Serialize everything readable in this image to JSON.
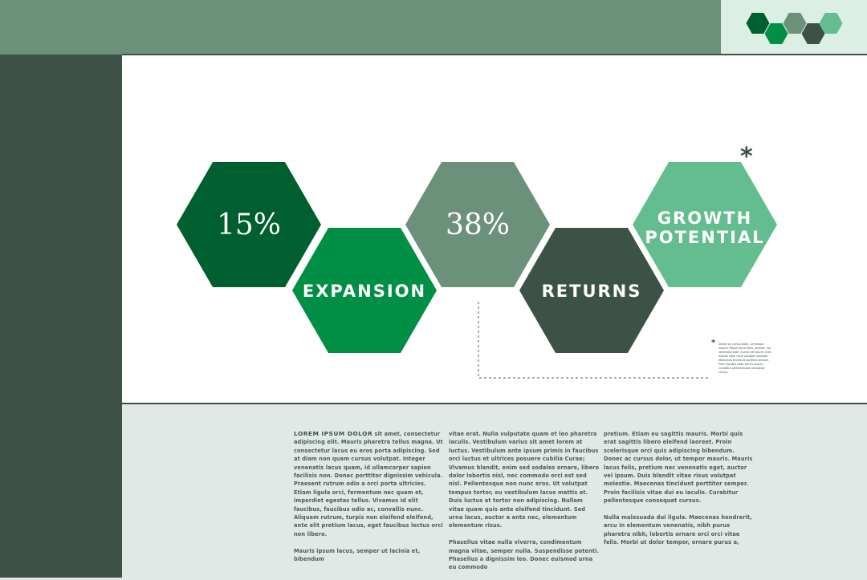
{
  "colors": {
    "topbar": "#6b917b",
    "sidebar": "#3d5247",
    "dark_green": "#005f2f",
    "green": "#008f45",
    "sage": "#6b917b",
    "slate": "#3d5247",
    "mint": "#64bd8f"
  },
  "logo": {
    "icon": "hexagon-cluster-logo"
  },
  "hexagons": [
    {
      "text": "15%",
      "style": "number",
      "color": "#005f2f"
    },
    {
      "text": "EXPANSION",
      "style": "label",
      "color": "#008f45"
    },
    {
      "text": "38%",
      "style": "number",
      "color": "#6b917b"
    },
    {
      "text": "RETURNS",
      "style": "label",
      "color": "#3d5247"
    },
    {
      "text": "GROWTH",
      "text2": "POTENTIAL",
      "style": "label",
      "color": "#64bd8f"
    }
  ],
  "asterisk": "*",
  "footnote": "Donec ac cursus dolor, ut tempor mauris. Mauris lacus felis, pretium nec venenatis eget, auctor vel ipsum. Duis blandit vitae risus volutpat molestie. Maecenas tincidunt porttitor semper. Proin facilisis vitae dui eu iaculis. Curabitur pellentesque consequat cursus.",
  "body": {
    "lead": "LOREM IPSUM DOLOR",
    "col1_p1": " sit amet, consectetur adipiscing elit. Mauris pharetra tellus magna. Ut consectetur lacus eu eros porta adipiscing. Sed at diam non quam cursus volutpat. Integer venenatis lacus quam, id ullamcorper sapien facilisis non. Donec porttitor dignissim vehicula. Praesent rutrum odio a orci porta ultricies. Etiam ligula orci, fermentum nec quam et, imperdiet egestas tellus. Vivamus id elit faucibus, faucibus odio ac, convallis nunc. Aliquam rutrum, turpis non eleifend eleifend, ante elit pretium lacus, eget faucibus lectus orci non libero.",
    "col1_p2": "Mauris ipsum lacus, semper ut lacinia et, bibendum",
    "col2_p1": "vitae erat. Nulla vulputate quam et leo pharetra iaculis. Vestibulum varius sit amet lorem at luctus. Vestibulum ante ipsum primis in faucibus orci luctus et ultrices posuere cubilia Curae; Vivamus blandit, enim sed sodales ornare, libero dolor lobortis nisl, nec commodo orci est sed nisl. Pellentesque non nunc eros. Ut volutpat tempus tortor, eu vestibulum lacus mattis at. Duis luctus at tortor non adipiscing. Nullam vitae quam quis ante eleifend tincidunt. Sed urna lacus, auctor a ante nec, elementum elementum risus.",
    "col2_p2": "Phasellus vitae nulla viverra, condimentum magna vitae, semper nulla. Suspendisse potenti. Phasellus a dignissim leo. Donec euismod urna eu commodo",
    "col3_p1": "pretium. Etiam eu sagittis mauris. Morbi quis erat sagittis libero eleifend laoreet. Proin scelerisque orci quis adipiscing bibendum. Donec ac cursus dolor, ut tempor mauris. Mauris lacus felis, pretium nec venenatis eget, auctor vel ipsum. Duis blandit vitae risus volutpat molestie. Maecenas tincidunt porttitor semper. Proin facilisis vitae dui eu iaculis. Curabitur pellentesque consequat cursus.",
    "col3_p2": "Nulla malesuada dui ligula. Maecenas hendrerit, arcu in elementum venenatis, nibh purus pharetra nibh, lobortis ornare orci orci vitae felis. Morbi ut dolor tempor, ornare purus a,"
  }
}
